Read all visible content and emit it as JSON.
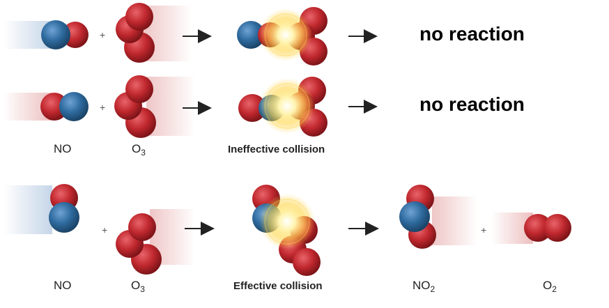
{
  "rows": [
    {
      "result": "no reaction"
    },
    {
      "result": "no reaction"
    }
  ],
  "labels": {
    "no": "NO",
    "o3_base": "O",
    "o3_sub": "3",
    "no2_base": "NO",
    "no2_sub": "2",
    "o2_base": "O",
    "o2_sub": "2"
  },
  "captions": {
    "ineffective": "Ineffective collision",
    "effective": "Effective collision"
  },
  "plus_sign": "+",
  "colors": {
    "oxygen": "#c0282e",
    "nitrogen": "#2e6a9e",
    "flash": "#ffd54a"
  }
}
